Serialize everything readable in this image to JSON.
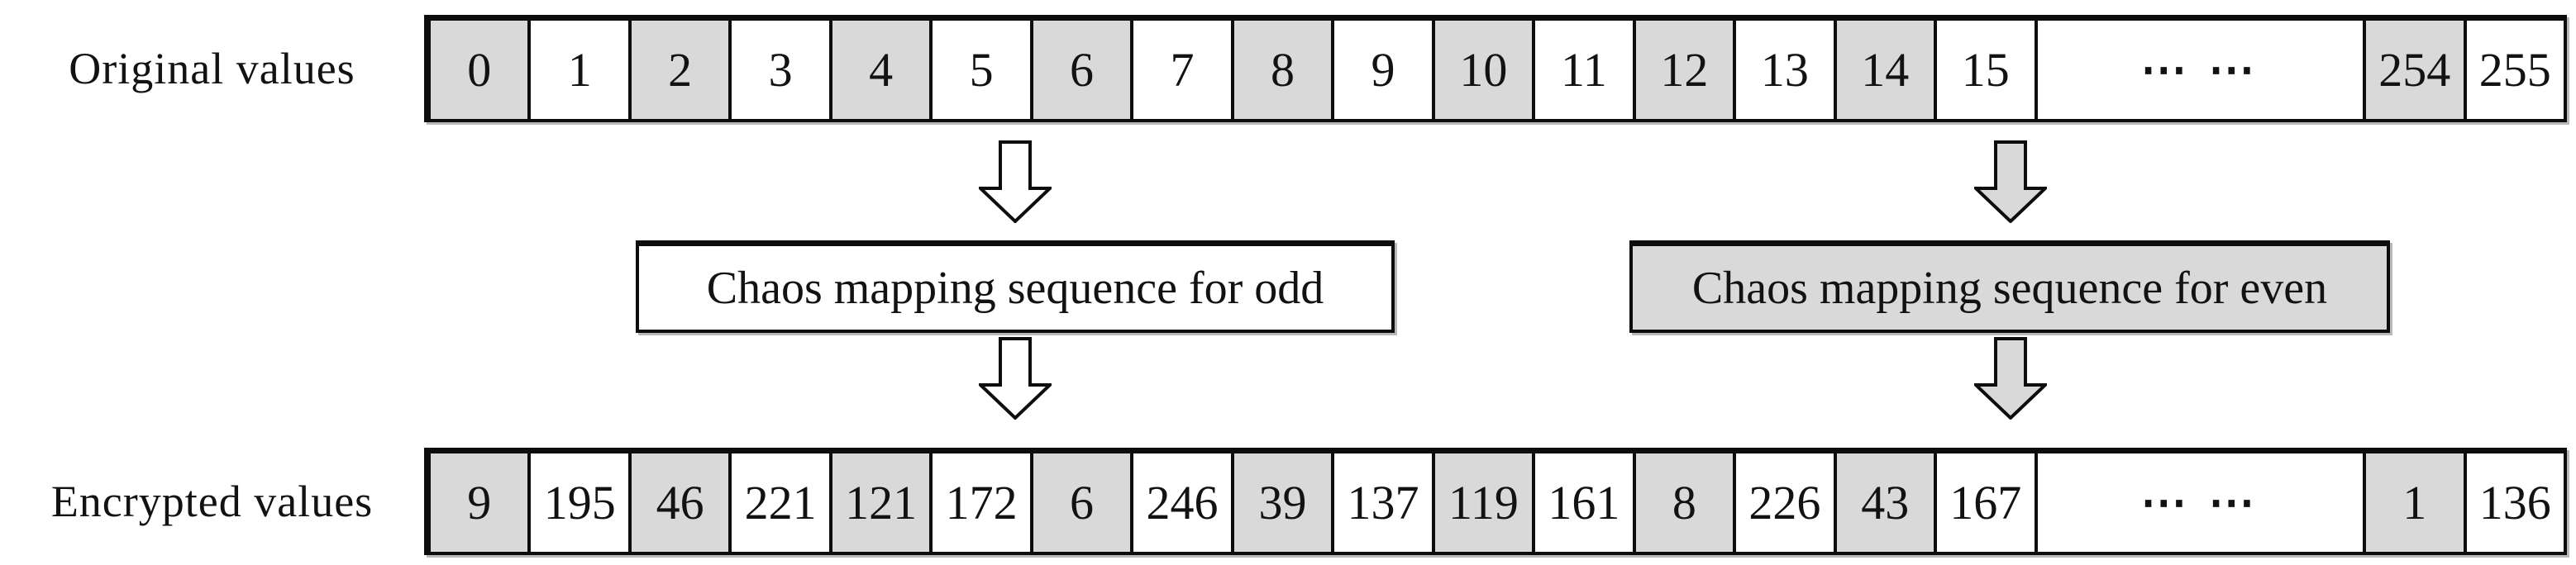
{
  "figure": {
    "description": "Chaos mapping of original pixel values to encrypted values",
    "colors": {
      "even_cell_fill": "#d9d9d9",
      "odd_cell_fill": "#ffffff",
      "border": "#0d0d0d",
      "odd_arrow_fill": "#ffffff",
      "even_arrow_fill": "#d9d9d9"
    }
  },
  "original_row": {
    "label": "Original values",
    "cells": [
      {
        "v": "0",
        "gray": true
      },
      {
        "v": "1"
      },
      {
        "v": "2",
        "gray": true
      },
      {
        "v": "3"
      },
      {
        "v": "4",
        "gray": true
      },
      {
        "v": "5"
      },
      {
        "v": "6",
        "gray": true
      },
      {
        "v": "7"
      },
      {
        "v": "8",
        "gray": true
      },
      {
        "v": "9"
      },
      {
        "v": "10",
        "gray": true
      },
      {
        "v": "11"
      },
      {
        "v": "12",
        "gray": true
      },
      {
        "v": "13"
      },
      {
        "v": "14",
        "gray": true
      },
      {
        "v": "15"
      },
      {
        "v": "⋯ ⋯",
        "wide": true
      },
      {
        "v": "254",
        "gray": true
      },
      {
        "v": "255"
      }
    ]
  },
  "mapping": {
    "odd_box_label": "Chaos mapping sequence for odd",
    "even_box_label": "Chaos mapping sequence for even"
  },
  "encrypted_row": {
    "label": "Encrypted values",
    "cells": [
      {
        "v": "9",
        "gray": true
      },
      {
        "v": "195"
      },
      {
        "v": "46",
        "gray": true
      },
      {
        "v": "221"
      },
      {
        "v": "121",
        "gray": true
      },
      {
        "v": "172"
      },
      {
        "v": "6",
        "gray": true
      },
      {
        "v": "246"
      },
      {
        "v": "39",
        "gray": true
      },
      {
        "v": "137"
      },
      {
        "v": "119",
        "gray": true
      },
      {
        "v": "161"
      },
      {
        "v": "8",
        "gray": true
      },
      {
        "v": "226"
      },
      {
        "v": "43",
        "gray": true
      },
      {
        "v": "167"
      },
      {
        "v": "⋯ ⋯",
        "wide": true
      },
      {
        "v": "1",
        "gray": true
      },
      {
        "v": "136"
      }
    ]
  }
}
